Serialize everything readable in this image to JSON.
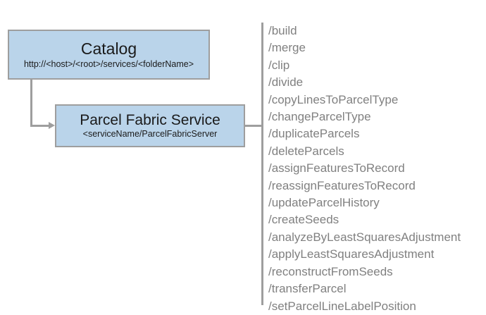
{
  "diagram": {
    "nodes": [
      {
        "id": "catalog",
        "title": "Catalog",
        "subtitle": "http://<host>/<root>/services/<folderName>",
        "fill": "#bad4ea",
        "border": "#9e9e9e",
        "text_color": "#1a1a1a"
      },
      {
        "id": "service",
        "title": "Parcel Fabric Service",
        "subtitle": "<serviceName/ParcelFabricServer",
        "fill": "#bad4ea",
        "border": "#9e9e9e",
        "text_color": "#1a1a1a"
      }
    ],
    "connector_color": "#9e9e9e",
    "operations_color": "#808080",
    "operations": [
      "/build",
      "/merge",
      "/clip",
      "/divide",
      "/copyLinesToParcelType",
      "/changeParcelType",
      "/duplicateParcels",
      "/deleteParcels",
      "/assignFeaturesToRecord",
      "/reassignFeaturesToRecord",
      "/updateParcelHistory",
      "/createSeeds",
      "/analyzeByLeastSquaresAdjustment",
      "/applyLeastSquaresAdjustment",
      "/reconstructFromSeeds",
      "/transferParcel",
      "/setParcelLineLabelPosition"
    ]
  }
}
